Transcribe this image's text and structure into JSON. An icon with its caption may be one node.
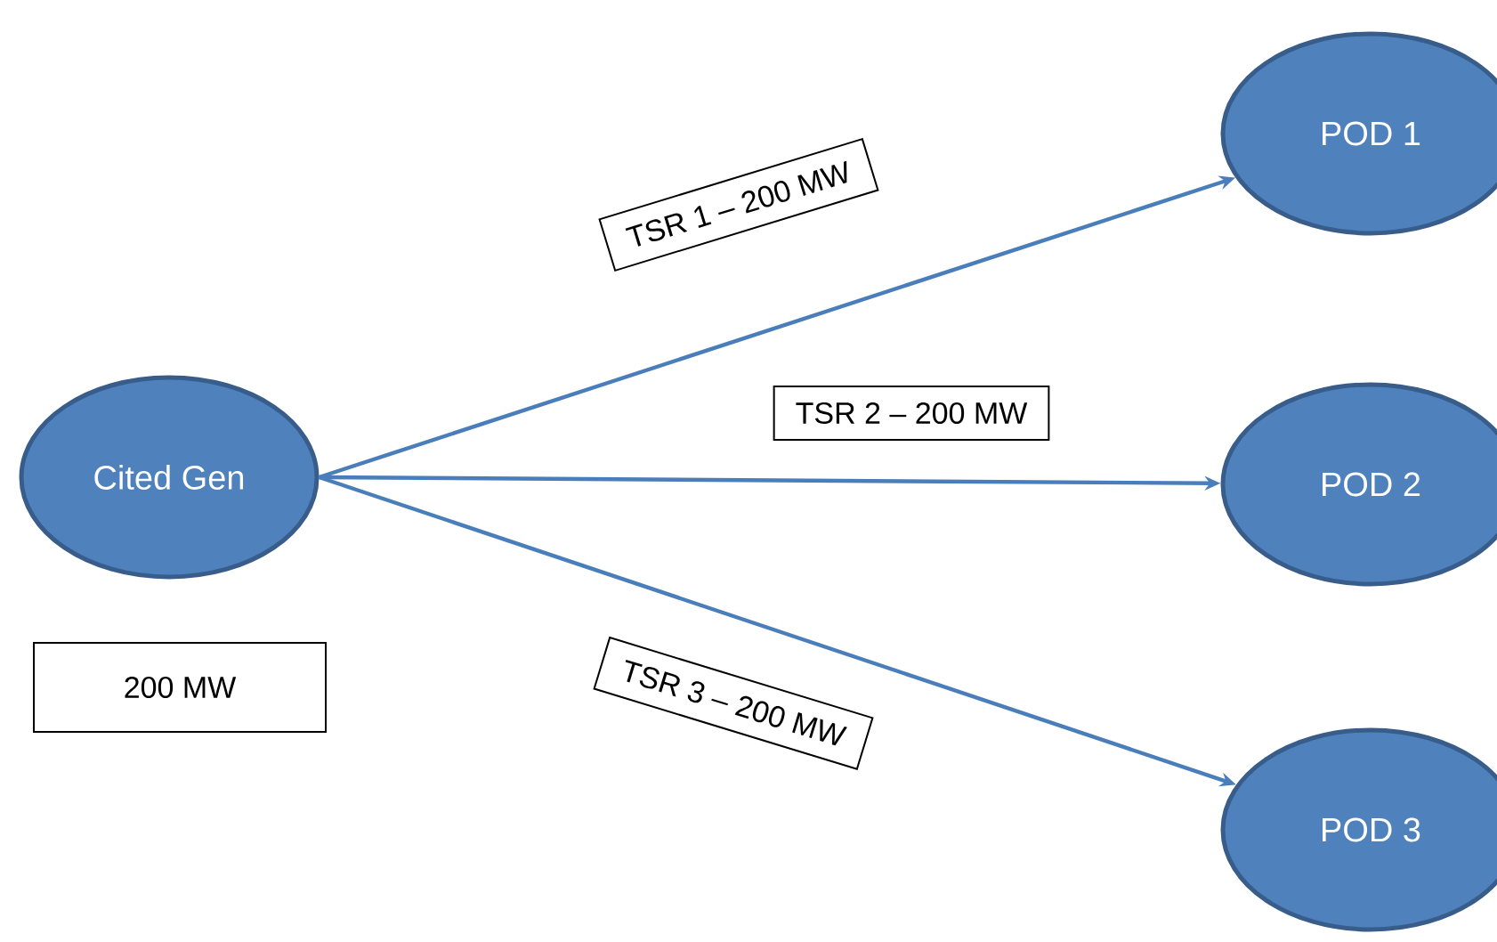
{
  "diagram": {
    "nodes": [
      {
        "text": [
          "Cited Gen"
        ]
      },
      {
        "text": [
          "POD 1"
        ]
      },
      {
        "text": [
          "POD 2"
        ]
      },
      {
        "text": [
          "POD 3"
        ]
      },
      {
        "text": [
          "200 MW"
        ]
      }
    ],
    "edges": [
      {
        "from": 0,
        "to": 1,
        "arrow": "to",
        "label": "TSR 1 – 200 MW"
      },
      {
        "from": 0,
        "to": 2,
        "arrow": "to",
        "label": "TSR 2 – 200 MW"
      },
      {
        "from": 0,
        "to": 3,
        "arrow": "to",
        "label": "TSR 3 – 200 MW"
      }
    ]
  }
}
